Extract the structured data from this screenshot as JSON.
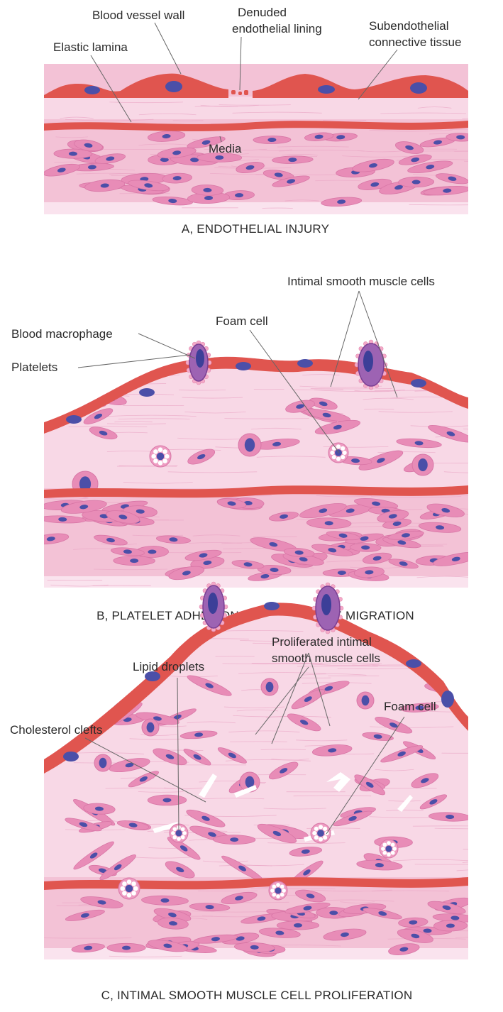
{
  "colors": {
    "background": "#ffffff",
    "endothelium": "#e0554f",
    "tissue": "#f3c2d6",
    "tissue_light": "#f8d8e6",
    "cell": "#e88cb7",
    "nucleus": "#4b4fa8",
    "lamina": "#e0554f",
    "macrophage": "#9d63b3",
    "platelet": "#f5a9c8"
  },
  "panels": [
    {
      "id": "A",
      "caption": "A, ENDOTHELIAL INJURY",
      "labels": {
        "blood_vessel_wall": "Blood vessel wall",
        "denuded_line1": "Denuded",
        "denuded_line2": "endothelial lining",
        "subendothelial_line1": "Subendothelial",
        "subendothelial_line2": "connective tissue",
        "elastic_lamina": "Elastic lamina",
        "media": "Media"
      }
    },
    {
      "id": "B",
      "caption": "B, PLATELET ADHESION AND MONOCYTE MIGRATION",
      "labels": {
        "intimal_smc": "Intimal smooth muscle cells",
        "foam_cell": "Foam cell",
        "blood_macrophage": "Blood macrophage",
        "platelets": "Platelets"
      }
    },
    {
      "id": "C",
      "caption": "C, INTIMAL SMOOTH MUSCLE CELL PROLIFERATION",
      "labels": {
        "proliferated_line1": "Proliferated intimal",
        "proliferated_line2": "smooth muscle cells",
        "lipid_droplets": "Lipid droplets",
        "foam_cell": "Foam cell",
        "cholesterol_clefts": "Cholesterol clefts"
      }
    }
  ]
}
